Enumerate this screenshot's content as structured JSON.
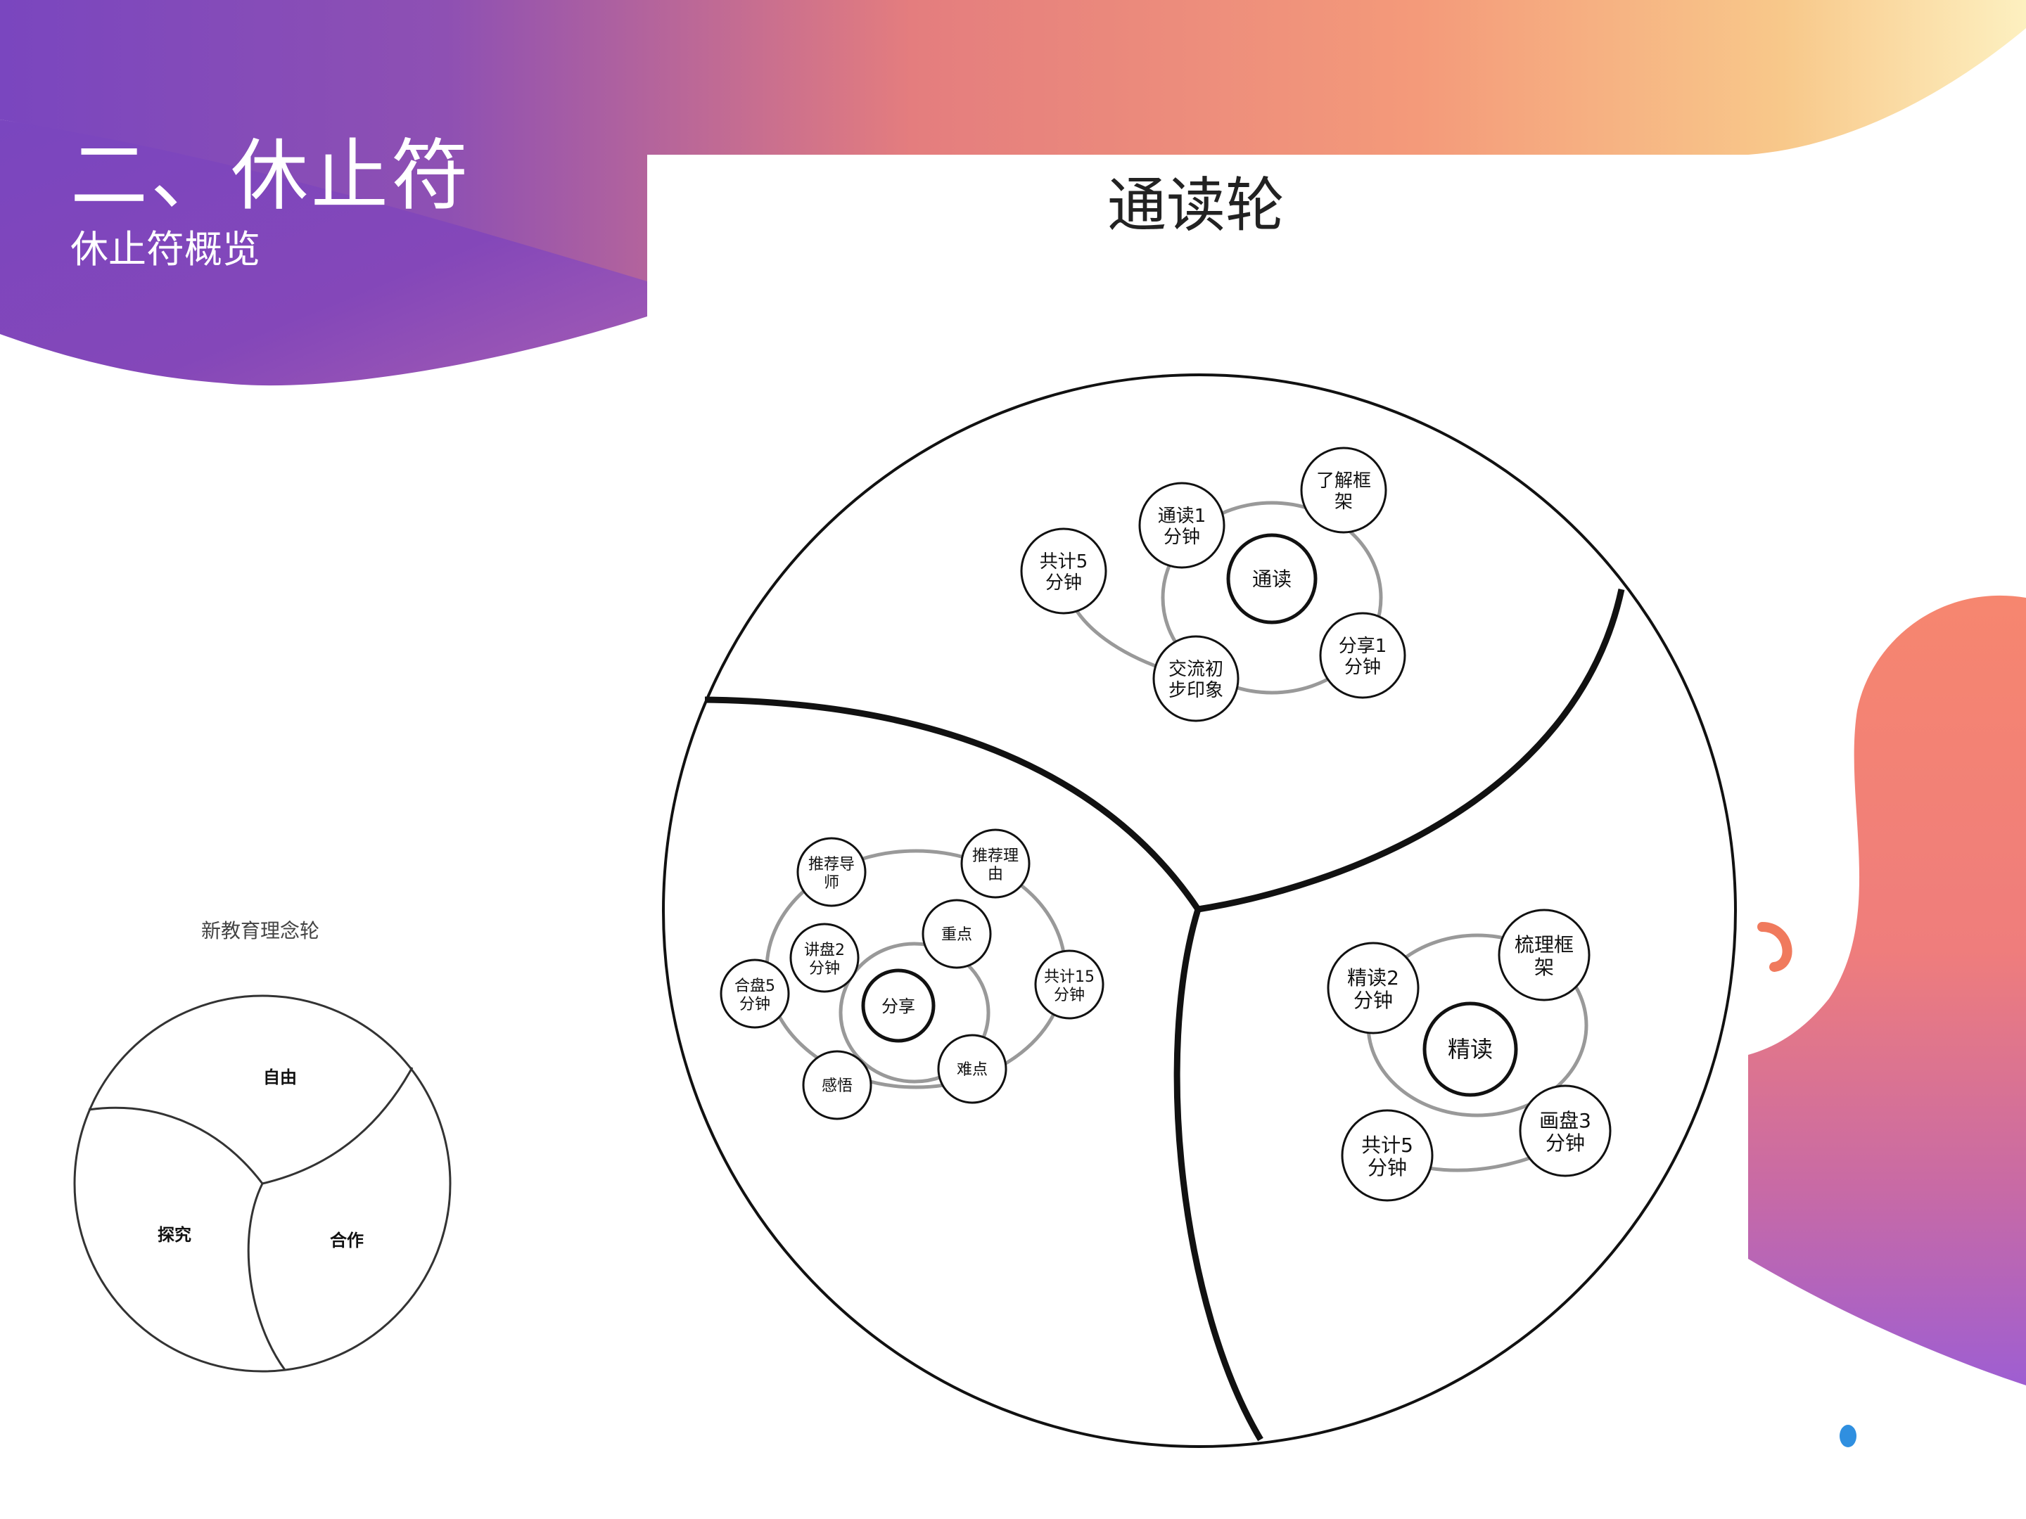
{
  "slide": {
    "title": "二、休止符",
    "subtitle": "休止符概览",
    "colors": {
      "purple": "#7d46c0",
      "coral": "#f28872",
      "peach": "#f7b27f",
      "cream": "#fde8b4",
      "dot": "#2f8fe0"
    }
  },
  "mini_wheel": {
    "title": "新教育理念轮",
    "sections": [
      "自由",
      "探究",
      "合作"
    ]
  },
  "main_wheel": {
    "title": "通读轮",
    "sections": [
      {
        "center": "通读",
        "nodes": [
          "通读1\n分钟",
          "了解框\n架",
          "分享1\n分钟",
          "交流初\n步印象",
          "共计5\n分钟"
        ]
      },
      {
        "center": "分享",
        "nodes": [
          "讲盘2\n分钟",
          "重点",
          "难点",
          "感悟",
          "合盘5\n分钟",
          "推荐导\n师",
          "推荐理\n由",
          "共计15\n分钟"
        ]
      },
      {
        "center": "精读",
        "nodes": [
          "精读2\n分钟",
          "梳理框\n架",
          "画盘3\n分钟",
          "共计5\n分钟"
        ]
      }
    ]
  }
}
